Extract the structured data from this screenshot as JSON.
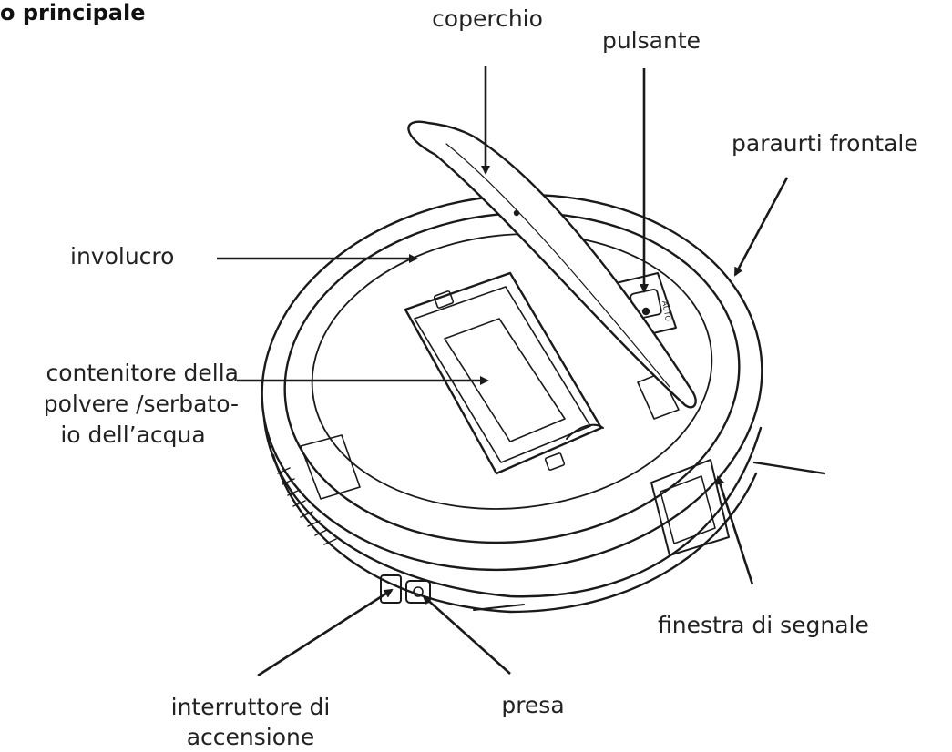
{
  "title": "o principale",
  "labels": {
    "coperchio": "coperchio",
    "pulsante": "pulsante",
    "paraurti": "paraurti frontale",
    "involucro": "involucro",
    "contenitore": [
      "contenitore della",
      "polvere /serbato-",
      "io dell’acqua"
    ],
    "finestra": "finestra di segnale",
    "interruttore": [
      "interruttore di",
      "accensione"
    ],
    "presa": "presa"
  },
  "device_markings": {
    "button_text": "AUTO"
  },
  "colors": {
    "line": "#1a1a1a",
    "background": "#ffffff"
  }
}
